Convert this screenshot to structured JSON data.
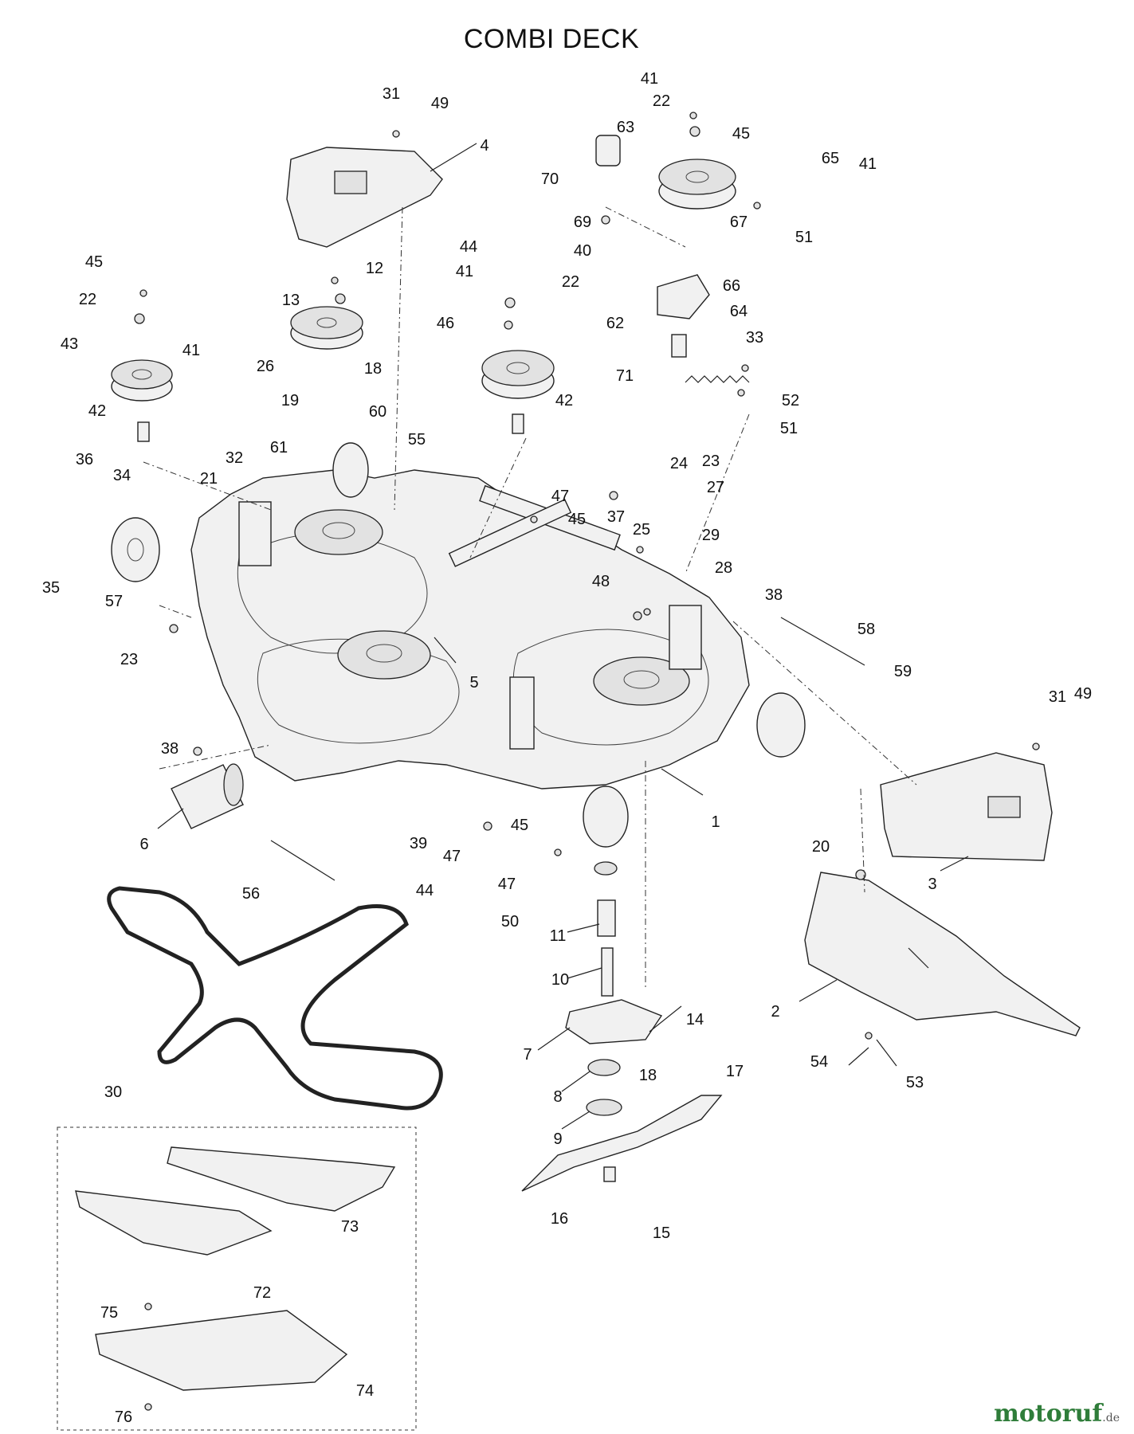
{
  "title": "COMBI DECK",
  "callouts": [
    "1",
    "2",
    "3",
    "4",
    "5",
    "6",
    "7",
    "8",
    "9",
    "10",
    "11",
    "12",
    "13",
    "14",
    "15",
    "16",
    "17",
    "18",
    "19",
    "20",
    "21",
    "22",
    "23",
    "24",
    "25",
    "26",
    "27",
    "28",
    "29",
    "30",
    "31",
    "33",
    "34",
    "35",
    "36",
    "37",
    "38",
    "39",
    "40",
    "41",
    "42",
    "43",
    "44",
    "45",
    "46",
    "47",
    "48",
    "49",
    "50",
    "51",
    "52",
    "53",
    "54",
    "55",
    "56",
    "57",
    "58",
    "59",
    "60",
    "61",
    "62",
    "63",
    "64",
    "65",
    "66",
    "67",
    "69",
    "70",
    "71",
    "72",
    "73",
    "74",
    "75",
    "76",
    "32"
  ],
  "watermark": {
    "name": "motoruf",
    "suffix": ".de",
    "color": "#2f7d3a"
  }
}
